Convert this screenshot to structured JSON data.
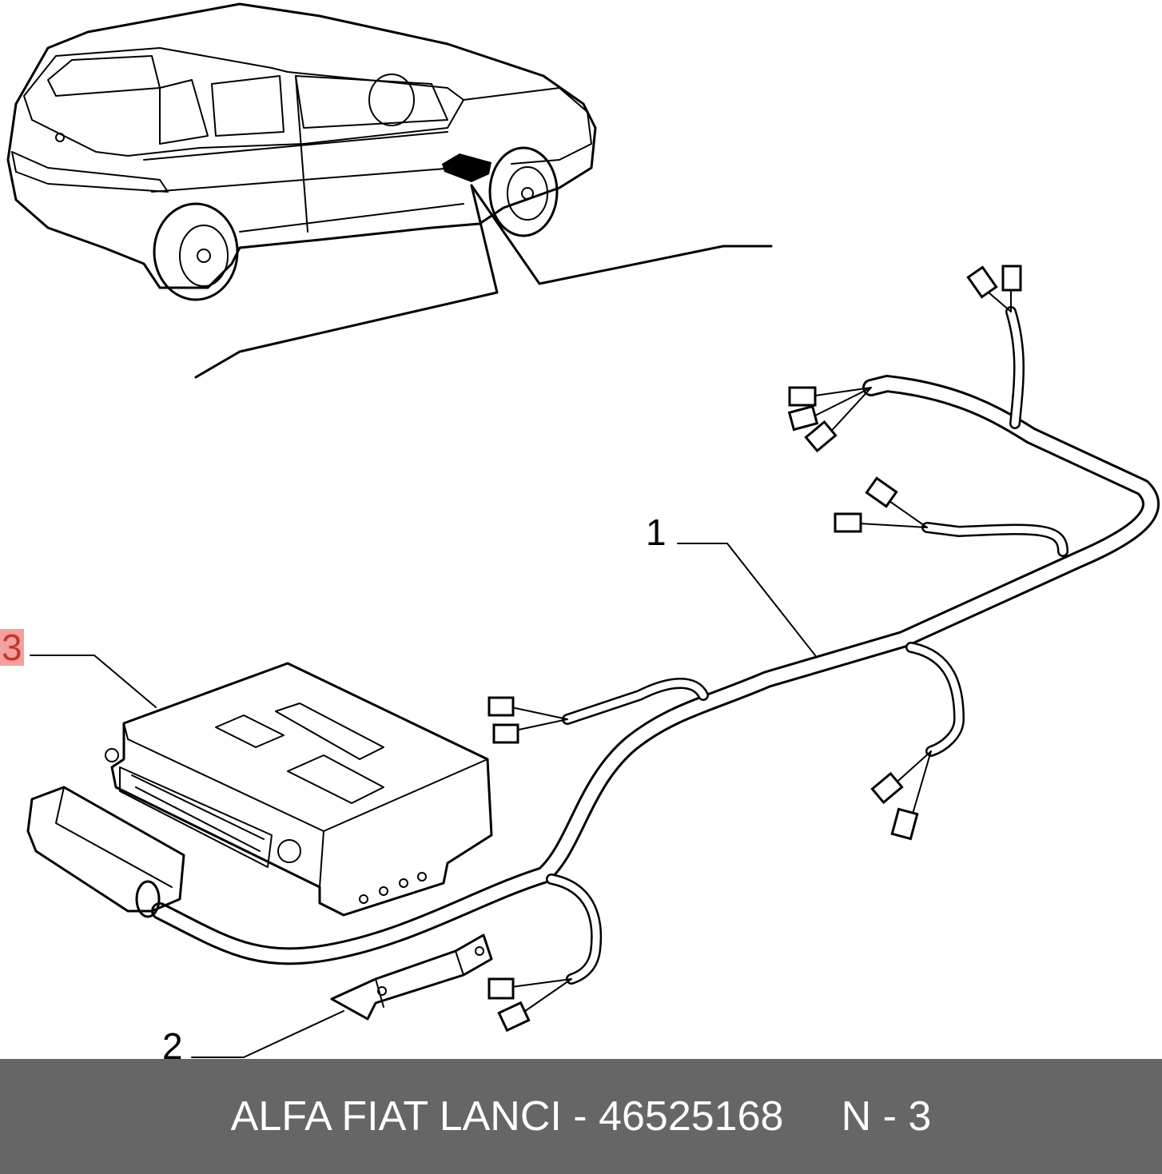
{
  "callouts": [
    {
      "id": "1",
      "text": "1"
    },
    {
      "id": "2",
      "text": "2"
    },
    {
      "id": "3",
      "text": "3",
      "highlighted": true
    }
  ],
  "footer": {
    "text": "ALFA FIAT LANCI - 46525168     N - 3"
  },
  "colors": {
    "footer_background": "#666666",
    "footer_text": "#ffffff",
    "callout_highlight": "#f4a0a0",
    "callout_3_text": "#c0392b",
    "line_art": "#000000"
  }
}
